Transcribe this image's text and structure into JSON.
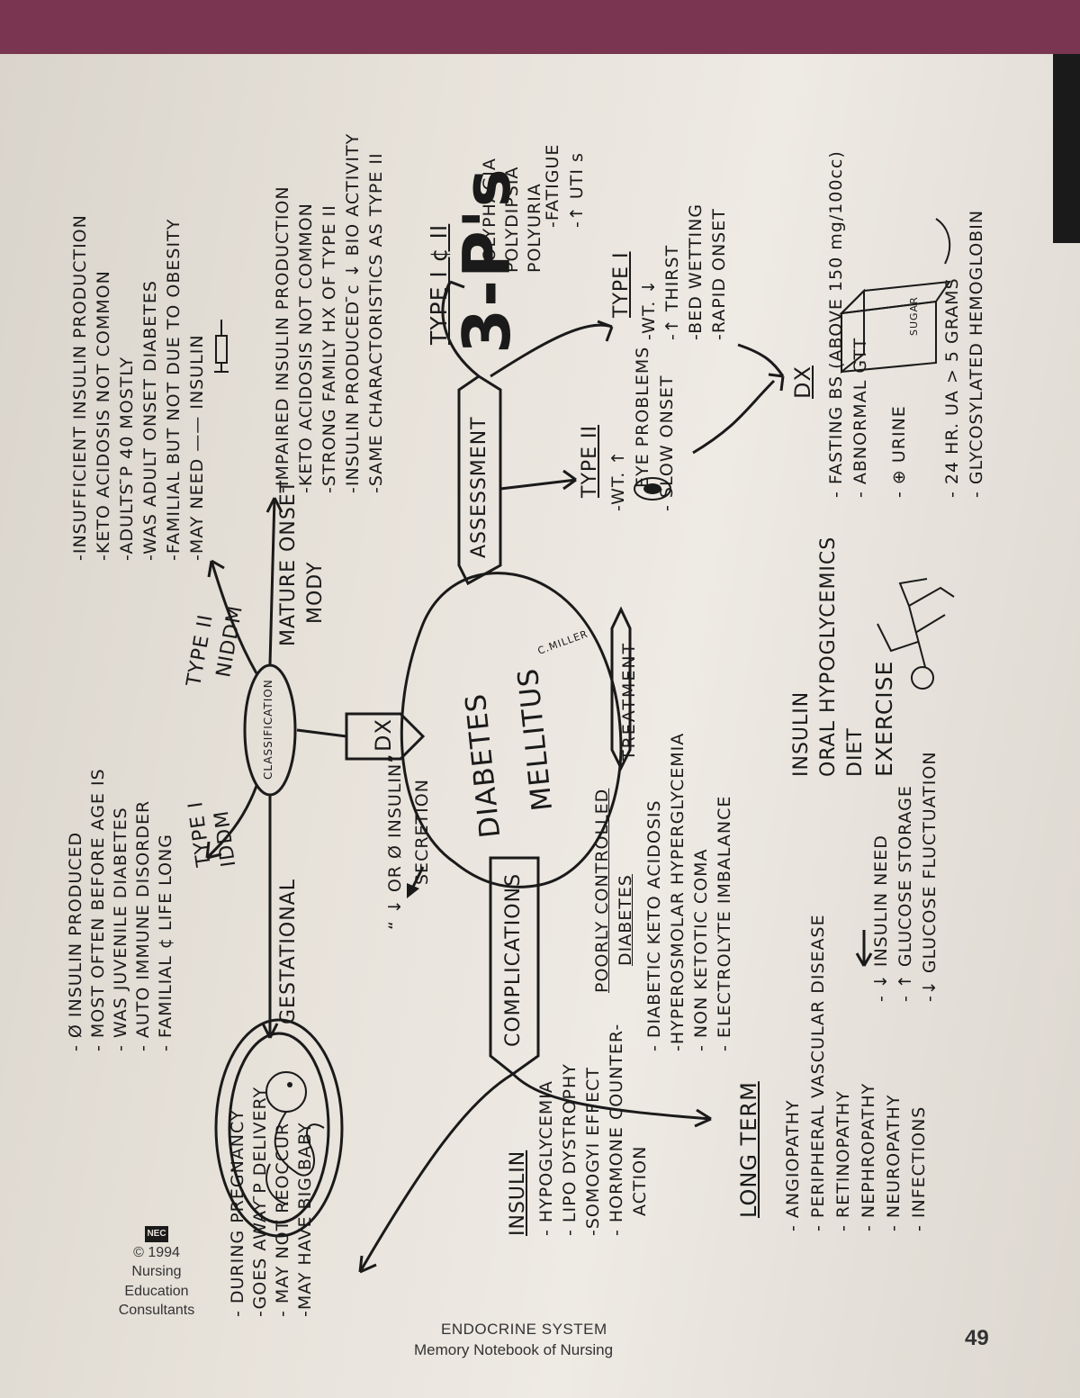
{
  "center": {
    "line1": "DIABETES",
    "line2": "MELLITUS",
    "signature": "C.MILLER"
  },
  "banners": {
    "classification": "CLASSIFICATION",
    "dx": "DX",
    "assessment": "ASSESSMENT",
    "treatment": "TREATMENT",
    "complications": "COMPLICATIONS"
  },
  "insulin_secretion": {
    "line1": "“ ↓ OR Ø INSULIN”",
    "line2": "SECRETION"
  },
  "type1": {
    "label": "TYPE I",
    "abbr": "IDDM",
    "items": [
      "- Ø INSULIN PRODUCED",
      "- MOST OFTEN BEFORE AGE IS",
      "- WAS JUVENILE DIABETES",
      "- AUTO IMMUNE DISORDER",
      "- FAMILIAL ¢ LIFE LONG"
    ]
  },
  "type2": {
    "label": "TYPE II",
    "abbr": "NIDDM",
    "items": [
      "-INSUFFICIENT INSULIN PRODUCTION",
      "-KETO ACIDOSIS NOT COMMON",
      "-ADULTS ̄P 40 MOSTLY",
      "-WAS ADULT ONSET DIABETES",
      "-FAMILIAL BUT NOT DUE TO OBESITY",
      "-MAY NEED —— INSULIN"
    ]
  },
  "gestational": {
    "label": "GESTATIONAL",
    "items": [
      "- DURING PREGNANCY",
      "-GOES AWAY ̄P DELIVERY",
      "- MAY NOT REOCCUR",
      "-MAY HAVE BIG BABY"
    ]
  },
  "mody": {
    "label": "MATURE ONSET",
    "abbr": "MODY",
    "items": [
      "-IMPAIRED INSULIN PRODUCTION",
      "-KETO ACIDOSIS NOT COMMON",
      "-STRONG FAMILY HX OF TYPE II",
      "-INSULIN PRODUCED ̄c ↓ BIO ACTIVITY",
      "-SAME CHARACTORISTICS AS TYPE II"
    ]
  },
  "assessment": {
    "both_label": "TYPE I ¢ II",
    "three_ps": "3-P's",
    "ps": [
      "POLYPHAGIA",
      "POLYDIPSIA",
      "POLYURIA"
    ],
    "extra": [
      "-FATIGUE",
      "-↑ UTI s"
    ],
    "type2_label": "TYPE II",
    "type2_items": [
      "-WT. ↑",
      "EYE PROBLEMS",
      "- SLOW ONSET"
    ],
    "type1_label": "TYPE I",
    "type1_items": [
      "-WT. ↓",
      "-↑ THIRST",
      "-BED WETTING",
      "-RAPID ONSET"
    ]
  },
  "diagnosis": {
    "label": "DX",
    "items": [
      "- FASTING BS (ABOVE 150 mg/100cc)",
      "- ABNORMAL GTT",
      "- ⊕ URINE",
      "- 24 HR. UA > 5 GRAMS",
      "- GLYCOSYLATED HEMOGLOBIN"
    ],
    "sugar": "SUGAR"
  },
  "treatment": {
    "items": [
      "INSULIN",
      "ORAL HYPOGLYCEMICS",
      "DIET",
      "EXERCISE"
    ],
    "exercise_effects": [
      "- ↓ INSULIN NEED",
      "- ↑ GLUCOSE STORAGE",
      "-↓ GLUCOSE FLUCTUATION"
    ]
  },
  "complications": {
    "insulin_label": "INSULIN",
    "insulin_items": [
      "- HYPOGLYCEMIA",
      "- LIPO DYSTROPHY",
      "-SOMOGYI EFFECT",
      "- HORMONE COUNTER-",
      "ACTION"
    ],
    "poorly_label": "POORLY CONTROLLED",
    "poorly_label2": "DIABETES",
    "poorly_items": [
      "- DIABETIC KETO ACIDOSIS",
      "-HYPEROSMOLAR HYPERGLYCEMIA",
      "- NON KETOTIC COMA",
      "- ELECTROLYTE IMBALANCE"
    ],
    "long_term_label": "LONG TERM",
    "long_term_items": [
      "- ANGIOPATHY",
      "- PERIPHERAL VASCULAR DISEASE",
      "- RETINOPATHY",
      "- NEPHROPATHY",
      "- NEUROPATHY",
      "- INFECTIONS"
    ]
  },
  "publisher": {
    "logo": "NEC",
    "line1": "© 1994",
    "line2": "Nursing",
    "line3": "Education",
    "line4": "Consultants"
  },
  "footer": {
    "title": "ENDOCRINE SYSTEM",
    "subtitle": "Memory Notebook of Nursing",
    "page": "49"
  }
}
